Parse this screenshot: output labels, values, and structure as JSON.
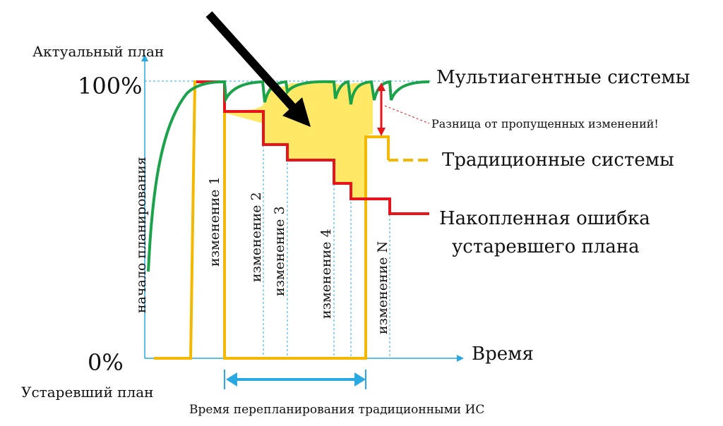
{
  "labels": {
    "y_axis": "Актуальный план",
    "x_axis": "Время",
    "y_top": "100%",
    "y_bottom": "0%",
    "obsolete_plan": "Устаревший план",
    "replanning_time": "Время перепланирования традиционными ИС",
    "difference_note": "Разница от пропущенных изменений!"
  },
  "legend": {
    "multiagent": "Мультиагентные системы",
    "traditional": "Традиционные системы",
    "error_line1": "Накопленная ошибка",
    "error_line2": "устаревшего плана"
  },
  "events": {
    "start": "начало планирования",
    "change1": "изменение 1",
    "change2": "изменение 2",
    "change3": "изменение 3",
    "change4": "изменение 4",
    "changeN": "изменение N"
  },
  "colors": {
    "multiagent": "#1aa34a",
    "traditional": "#f5b800",
    "error": "#e8141b",
    "difference_fill": "#ffe866",
    "axis": "#29a9e1",
    "arrow": "#000000"
  }
}
